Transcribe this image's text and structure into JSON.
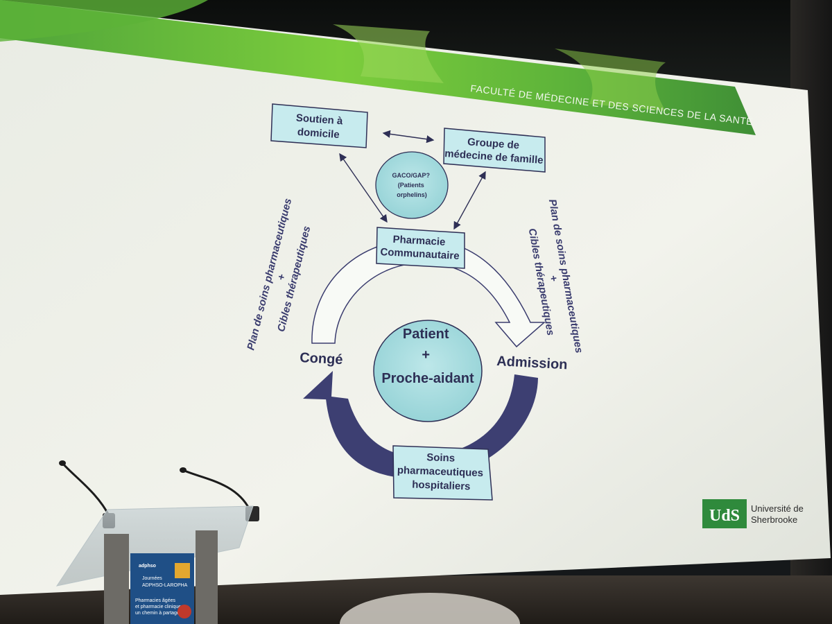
{
  "header": {
    "faculty": "FACULTÉ DE MÉDECINE ET DES SCIENCES DE LA SANTÉ"
  },
  "diagram": {
    "soutien": [
      "Soutien à",
      "domicile"
    ],
    "gmf": [
      "Groupe de",
      "médecine de famille"
    ],
    "gaco": [
      "GACO/GAP?",
      "(Patients",
      "orphelins)"
    ],
    "pharmacie": [
      "Pharmacie",
      "Communautaire"
    ],
    "patient": [
      "Patient",
      "+",
      "Proche-aidant"
    ],
    "conge": "Congé",
    "admission": "Admission",
    "soins": [
      "Soins",
      "pharmaceutiques",
      "hospitaliers"
    ],
    "left_side": [
      "Plan de soins pharmaceutiques",
      "+",
      "Cibles thérapeutiques"
    ],
    "right_side": [
      "Plan de soins pharmaceutiques",
      "+",
      "Cibles thérapeutiques"
    ]
  },
  "logo": {
    "mark": "UdS",
    "name": [
      "Université de",
      "Sherbrooke"
    ]
  },
  "poster": {
    "brand": "adphso",
    "lines": [
      "Journées",
      "ADPHSO-LAROPHA",
      "Pharmacies âgées",
      "et pharmacie clinique :",
      "un chemin à partager"
    ]
  },
  "colors": {
    "box_fill": "#c7ebee",
    "box_border": "#2e2f55",
    "circle_fill": "#a7dcde",
    "dark_arrow": "#3d3f72",
    "banner_green": "#6cbf3a",
    "uds_green": "#2f8a3c"
  }
}
